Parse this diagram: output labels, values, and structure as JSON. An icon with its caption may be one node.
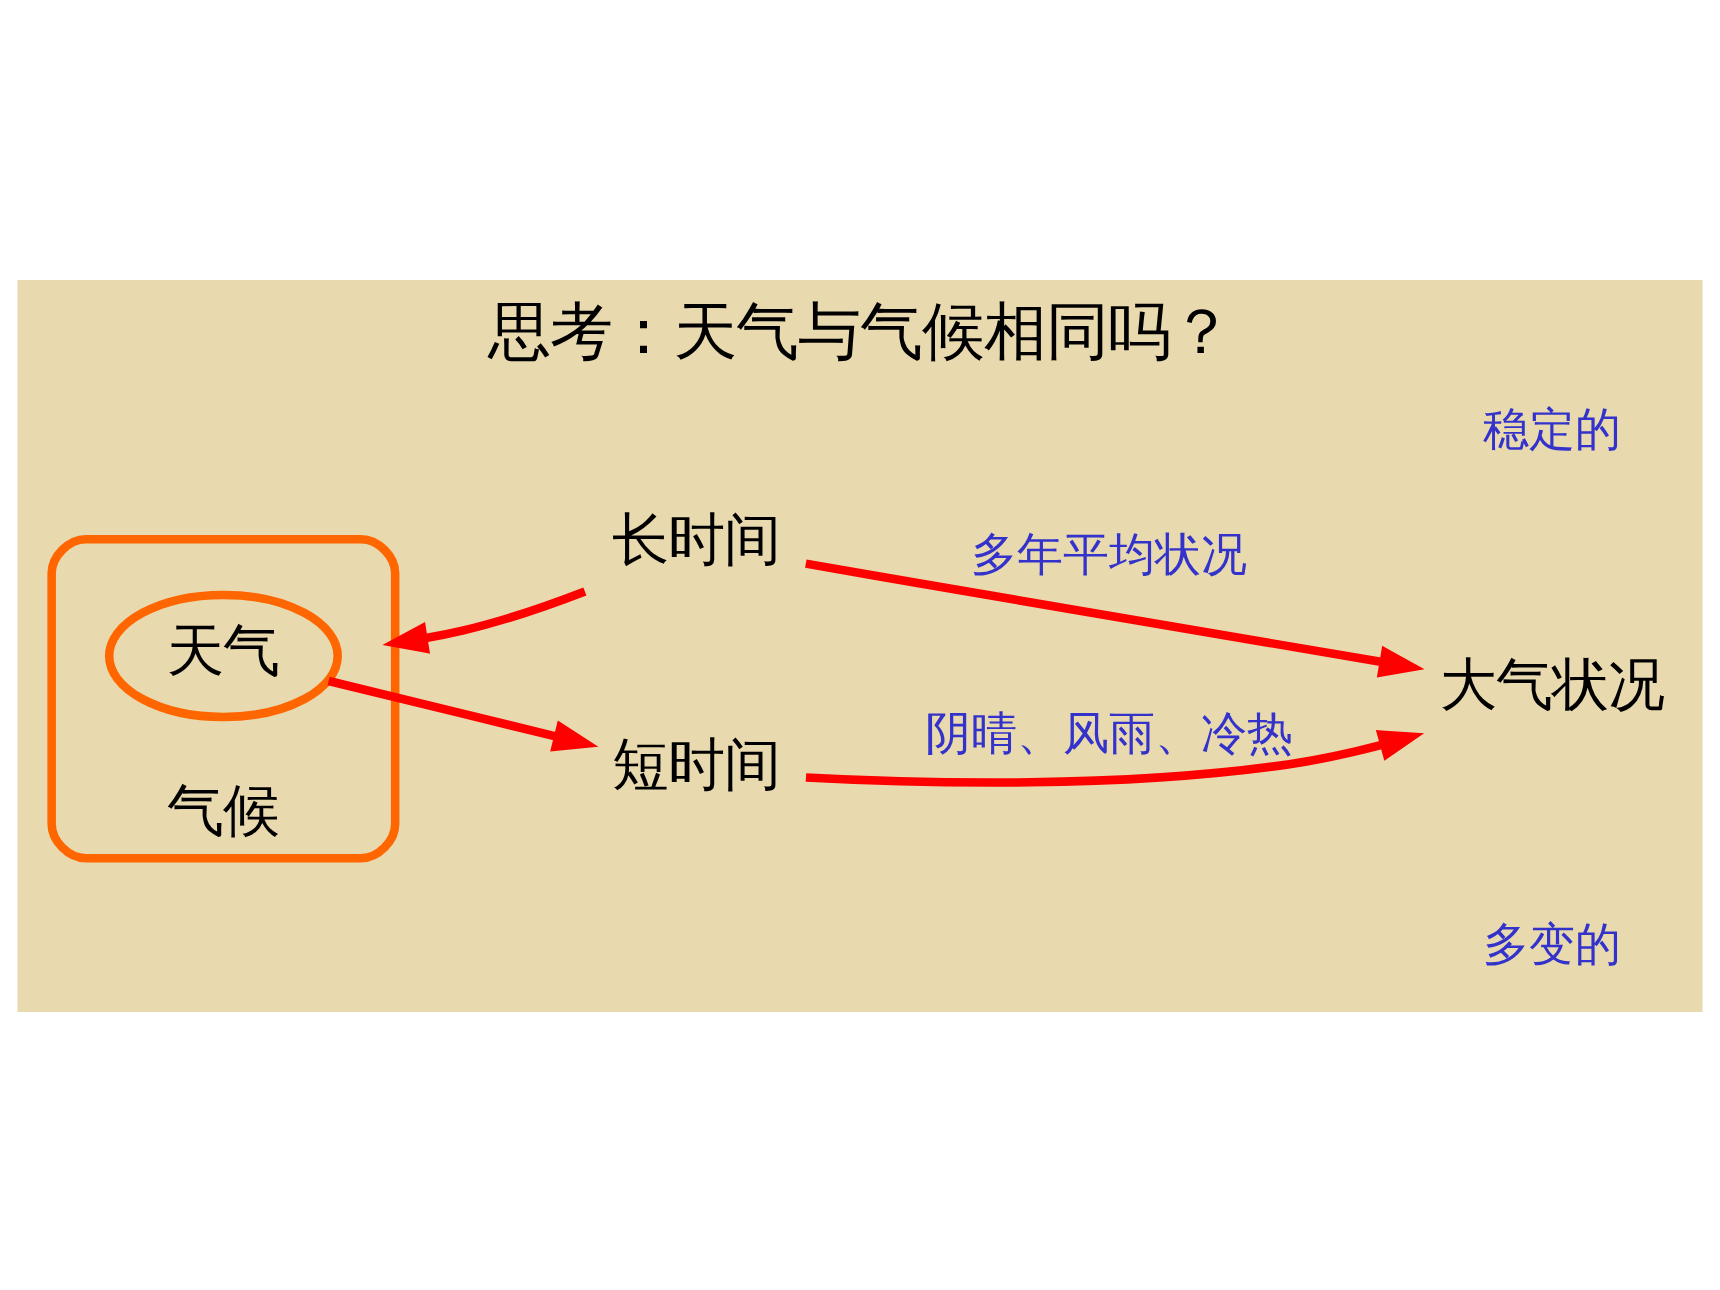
{
  "diagram": {
    "title": "思考：天气与气候相同吗？",
    "nodes": [
      {
        "text": [
          "气候"
        ]
      },
      {
        "text": [
          "天气"
        ],
        "in": 0
      },
      {
        "text": [
          "短时间"
        ]
      },
      {
        "text": [
          "大气状况"
        ]
      },
      {
        "text": [
          "长时间"
        ]
      }
    ],
    "edges": [
      {
        "from": 1,
        "to": 2,
        "arrow": "to"
      },
      {
        "from": 2,
        "to": 3,
        "arrow": "to",
        "label": "阴晴、风雨、冷热"
      },
      {
        "from": 4,
        "to": 3,
        "arrow": "to",
        "label": "多年平均状况"
      },
      {
        "from": 4,
        "to": 0,
        "arrow": "to"
      }
    ],
    "labels": [
      "多变的",
      "稳定的"
    ]
  }
}
